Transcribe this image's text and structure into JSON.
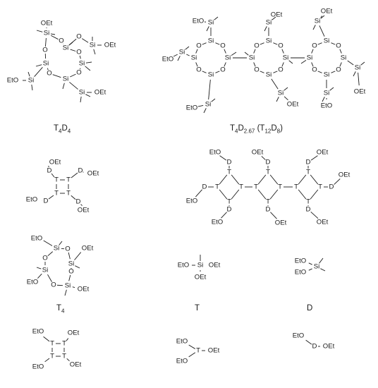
{
  "atoms": {
    "si": "Si",
    "o": "O",
    "oet": "OEt",
    "eto": "EtO",
    "t": "T",
    "d": "D"
  },
  "captions": {
    "t4d4": {
      "m1": "T",
      "s1": "4",
      "m2": "D",
      "s2": "4"
    },
    "t4d267": {
      "m1": "T",
      "s1": "4",
      "m2": "D",
      "s2": "2.67",
      "m3": " (T",
      "s3": "12",
      "m4": "D",
      "s4": "8",
      "m5": ")"
    },
    "t4": {
      "m1": "T",
      "s1": "4"
    },
    "t": {
      "m1": "T"
    },
    "d": {
      "m1": "D"
    }
  }
}
